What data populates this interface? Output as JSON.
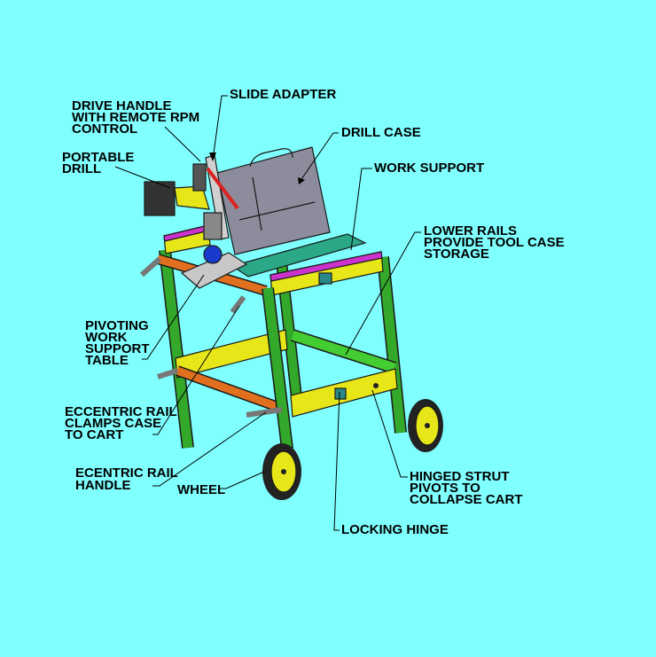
{
  "colors": {
    "background": "#80ffff",
    "legs": "#33a82a",
    "rails": "#e6e619",
    "rail_tops": "#cc33cc",
    "case": "#8c8c9c",
    "tubes": "#e07020",
    "support": "#2aa888",
    "wheel_hub": "#e6e619"
  },
  "labels": {
    "slide_adapter": [
      "SLIDE ADAPTER"
    ],
    "drive_handle": [
      "DRIVE HANDLE",
      "WITH REMOTE RPM",
      "CONTROL"
    ],
    "drill_case": [
      "DRILL CASE"
    ],
    "portable_drill": [
      "PORTABLE",
      "DRILL"
    ],
    "work_support": [
      "WORK SUPPORT"
    ],
    "lower_rails": [
      "LOWER RAILS",
      "PROVIDE TOOL CASE",
      "STORAGE"
    ],
    "pivoting_table": [
      "PIVOTING",
      "WORK",
      "SUPPORT",
      "TABLE"
    ],
    "eccentric_clamps": [
      "ECCENTRIC RAIL",
      "CLAMPS CASE",
      "TO CART"
    ],
    "ecentric_handle": [
      "ECENTRIC RAIL",
      "HANDLE"
    ],
    "wheel": [
      "WHEEL"
    ],
    "hinged_strut": [
      "HINGED STRUT",
      "PIVOTS TO",
      "COLLAPSE CART"
    ],
    "locking_hinge": [
      "LOCKING HINGE"
    ]
  }
}
